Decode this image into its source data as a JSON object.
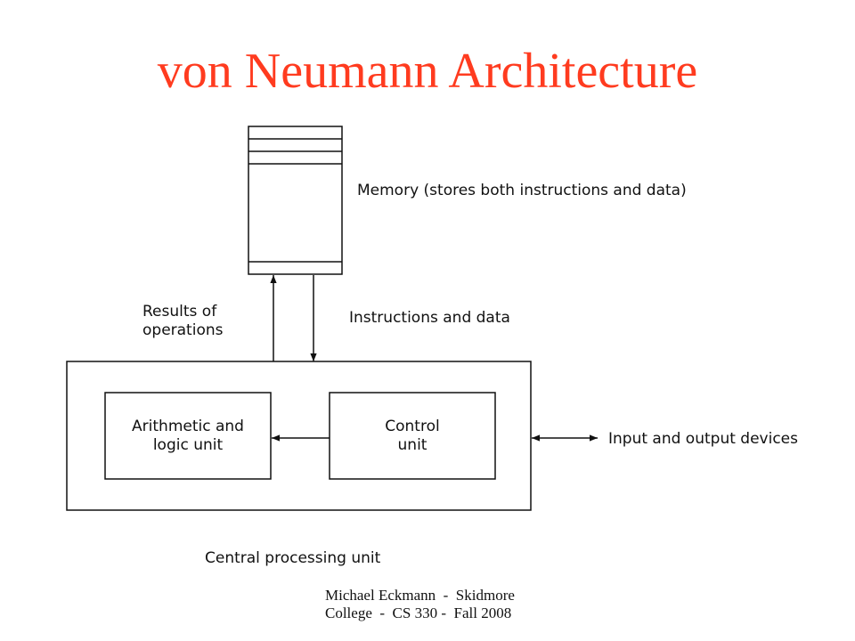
{
  "title": "von Neumann Architecture",
  "diagram": {
    "memory_label": "Memory (stores both instructions and data)",
    "results_label": [
      "Results of",
      "operations"
    ],
    "instructions_label": "Instructions and data",
    "alu_label": [
      "Arithmetic and",
      "logic unit"
    ],
    "control_label": [
      "Control",
      "unit"
    ],
    "io_label": "Input and output devices",
    "cpu_label": "Central processing unit"
  },
  "footer": [
    "Michael Eckmann  -  Skidmore",
    "College  -  CS 330 -  Fall 2008"
  ]
}
